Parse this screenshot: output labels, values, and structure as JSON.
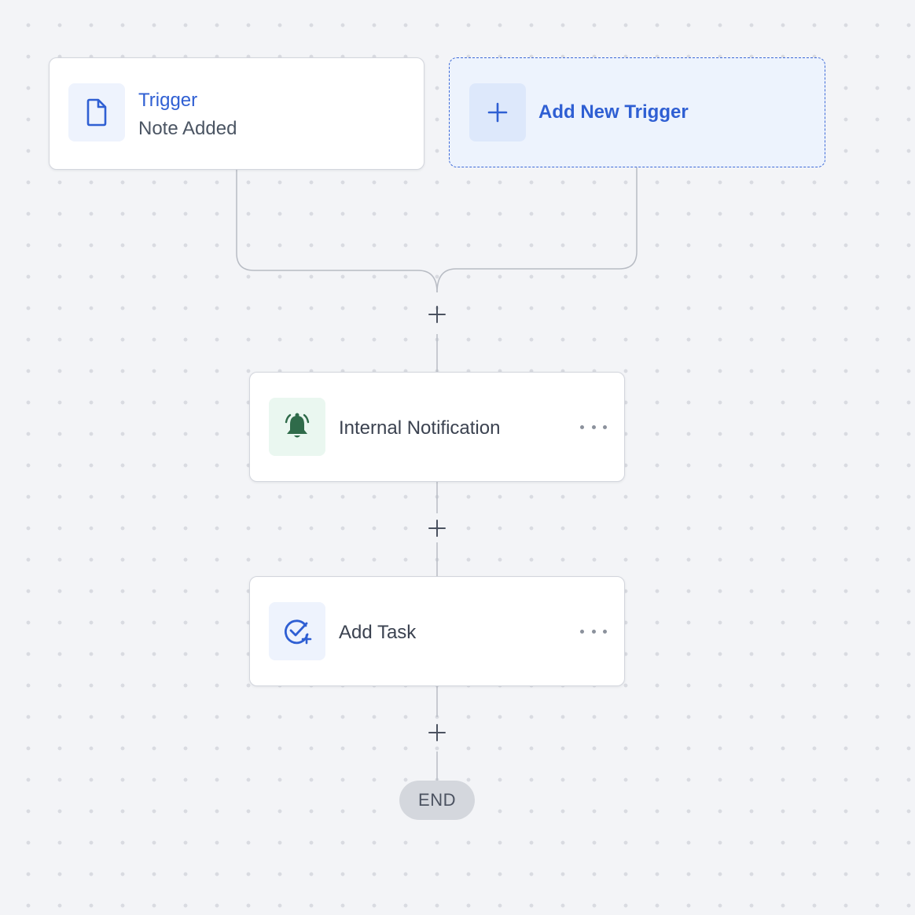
{
  "trigger": {
    "title": "Trigger",
    "subtitle": "Note Added",
    "icon": "document-icon"
  },
  "add_trigger": {
    "label": "Add New Trigger",
    "icon": "plus-icon"
  },
  "actions": [
    {
      "label": "Internal Notification",
      "icon": "bell-icon",
      "accent": "#2f6b4a"
    },
    {
      "label": "Add Task",
      "icon": "task-check-add-icon",
      "accent": "#2f5fd3"
    }
  ],
  "end": {
    "label": "END"
  },
  "colors": {
    "brand_blue": "#2f5fd3",
    "canvas_bg": "#f3f4f7",
    "connector": "#b8bcc4",
    "end_badge_bg": "#d4d7dd"
  }
}
